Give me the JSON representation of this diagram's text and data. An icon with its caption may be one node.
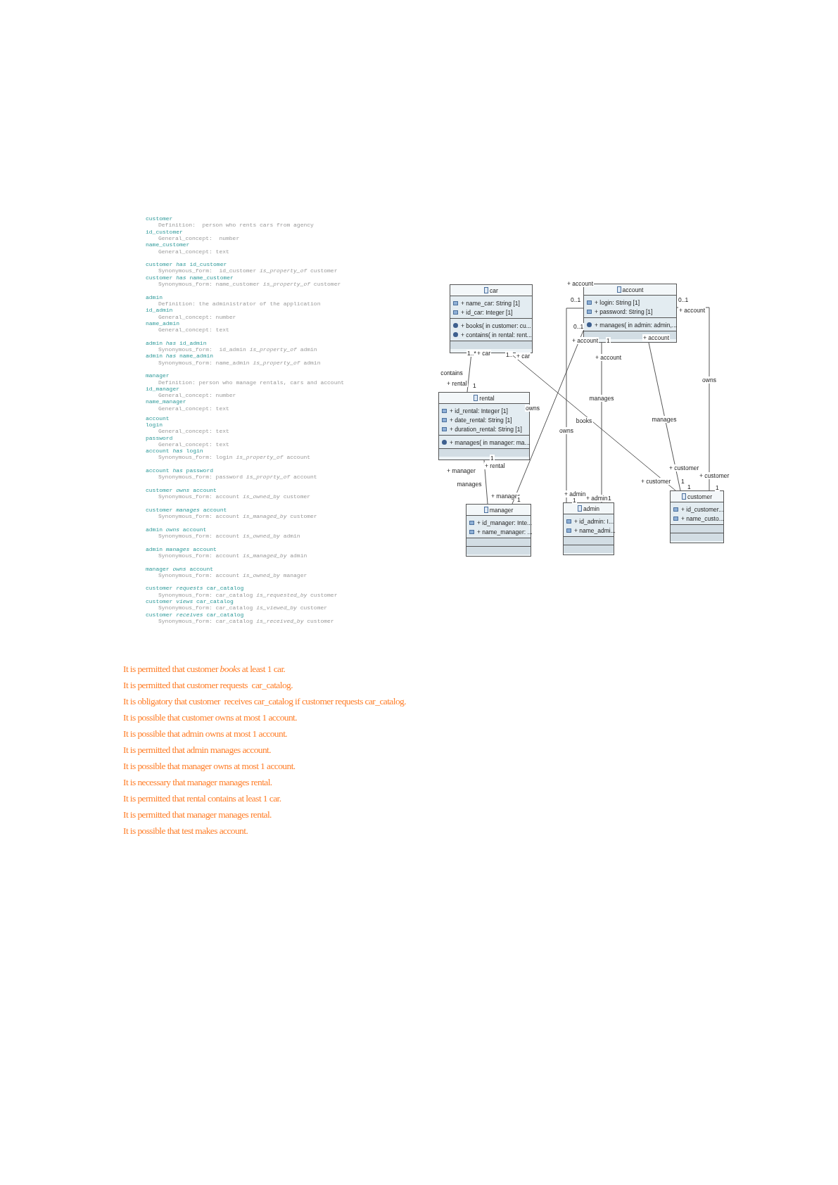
{
  "diagram": {
    "nodes": [
      {
        "text": [
          "car",
          "+ name_car: String [1]",
          "+ id_car: Integer [1]",
          "+ books(  in customer: cu...",
          "+ contains(  in rental: rent..."
        ]
      },
      {
        "text": [
          "account",
          "+ login: String [1]",
          "+ password: String [1]",
          "+ manages(  in admin: admin,..."
        ]
      },
      {
        "text": [
          "rental",
          "+ id_rental: Integer [1]",
          "+ date_rental: String [1]",
          "+ duration_rental: String [1]",
          "+ manages(  in manager: ma..."
        ]
      },
      {
        "text": [
          "manager",
          "+ id_manager: Inte...",
          "+ name_manager: ..."
        ]
      },
      {
        "text": [
          "admin",
          "+ id_admin: I...",
          "+ name_admi..."
        ]
      },
      {
        "text": [
          "customer",
          "+ id_customer...",
          "+ name_custo..."
        ]
      }
    ],
    "edges": [
      {
        "from": 0,
        "to": 2,
        "arrow": "none",
        "label": "contains"
      },
      {
        "from": 0,
        "to": 5,
        "arrow": "none",
        "label": "books"
      },
      {
        "from": 1,
        "to": 4,
        "arrow": "none",
        "label": "owns"
      },
      {
        "from": 1,
        "to": 3,
        "arrow": "none",
        "label": "owns"
      },
      {
        "from": 1,
        "to": 4,
        "arrow": "none",
        "label": "manages"
      },
      {
        "from": 1,
        "to": 5,
        "arrow": "none",
        "label": "manages"
      },
      {
        "from": 1,
        "to": 5,
        "arrow": "none",
        "label": "owns"
      },
      {
        "from": 2,
        "to": 3,
        "arrow": "none",
        "label": "manages"
      }
    ],
    "labels": [
      "customer",
      "Definition:  person who rents cars from agency",
      "id_customer",
      "General_concept:  number",
      "name_customer",
      "General_concept: text",
      "customer *has* id_customer",
      "Synonymous_form:  id_customer *is_property_of* customer",
      "customer *has* name_customer",
      "Synonymous_form: name_customer *is_property_of* customer",
      "admin",
      "Definition: the administrator of the application",
      "id_admin",
      "General_concept: number",
      "name_admin",
      "General_concept: text",
      "admin *has* id_admin",
      "Synonymous_form:  id_admin *is_property_of* admin",
      "admin *has* name_admin",
      "Synonymous_form: name_admin *is_property_of* admin",
      "manager",
      "Definition: person who manage rentals, cars and account",
      "id_manager",
      "General_concept: number",
      "name_manager",
      "General_concept: text",
      "account",
      "login",
      "General_concept: text",
      "password",
      "General_concept: text",
      "account *has* login",
      "Synonymous_form: login *is_property_of* account",
      "account *has* password",
      "Synonymous_form: password *is_proprty_of* account",
      "customer *owns* account",
      "Synonymous_form: account *is_owned_by* customer",
      "customer *manages* account",
      "Synonymous_form: account *is_managed_by* customer",
      "admin *owns* account",
      "Synonymous_form: account *is_owned_by* admin",
      "admin *manages* account",
      "Synonymous_form: account *is_managed_by* admin",
      "manager *owns* account",
      "Synonymous_form: account *is_owned_by* manager",
      "customer *requests* car_catalog",
      "Synonymous_form: car_catalog *is_requested_by* customer",
      "customer *views* car_catalog",
      "Synonymous_form: car_catalog *is_viewed_by* customer",
      "customer *receives* car_catalog",
      "Synonymous_form: car_catalog *is_received_by* customer",
      "It is permitted that customer *books* at least 1 car.",
      "It is permitted that customer requests  car_catalog.",
      "It is obligatory that customer  receives car_catalog if customer requests car_catalog.",
      "It is possible that customer owns at most 1 account.",
      "It is possible that admin owns at most 1 account.",
      "It is permitted that admin manages account.",
      "It is possible that manager owns at most 1 account.",
      "It is necessary that manager manages rental.",
      "It is permitted that rental contains at least 1 car.",
      "It is permitted that manager manages rental.",
      "It is possible that test makes account.",
      "1..*",
      "+ car",
      "1..",
      "+ car",
      "+ account",
      "0..1",
      "0..1",
      "+ account",
      "1",
      "+ account",
      "+ account",
      "0..1",
      "+ account",
      "+ rental",
      "1",
      "1",
      "+ rental",
      "+ manager",
      "+ manager",
      "1",
      "+ admin",
      "1",
      "+ admin",
      "1",
      "+ customer",
      "+ customer",
      "1",
      "1",
      "+ customer",
      "1"
    ]
  }
}
